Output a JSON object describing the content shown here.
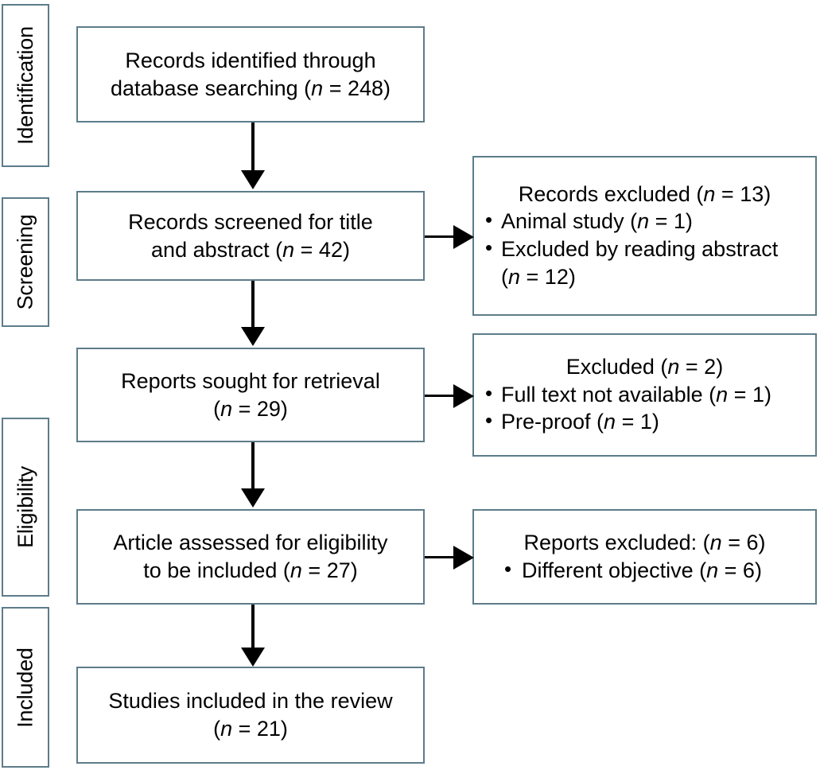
{
  "diagram": {
    "type": "prisma-flow-diagram",
    "border_color": "#5d7c8a",
    "arrow_color": "#000000",
    "background": "#ffffff"
  },
  "phases": [
    {
      "id": "identification",
      "label": "Identification"
    },
    {
      "id": "screening",
      "label": "Screening"
    },
    {
      "id": "eligibility",
      "label": "Eligibility"
    },
    {
      "id": "included",
      "label": "Included"
    }
  ],
  "flow_boxes": [
    {
      "id": "records-identified",
      "line1": "Records identified through",
      "line2_prefix": "database searching (",
      "line2_n": "n",
      "line2_suffix": " = 248)",
      "count": 248
    },
    {
      "id": "records-screened",
      "line1": "Records screened for title",
      "line2_prefix": "and abstract (",
      "line2_n": "n",
      "line2_suffix": " = 42)",
      "count": 42
    },
    {
      "id": "reports-sought",
      "line1": "Reports sought for retrieval",
      "line2_prefix": "(",
      "line2_n": "n",
      "line2_suffix": " = 29)",
      "count": 29
    },
    {
      "id": "article-assessed",
      "line1": "Article assessed for eligibility",
      "line2_prefix": "to be included (",
      "line2_n": "n",
      "line2_suffix": " = 27)",
      "count": 27
    },
    {
      "id": "studies-included",
      "line1": "Studies included in the review",
      "line2_prefix": "(",
      "line2_n": "n",
      "line2_suffix": " = 21)",
      "count": 21
    }
  ],
  "side_boxes": [
    {
      "id": "records-excluded",
      "title_prefix": "Records excluded (",
      "title_n": "n",
      "title_suffix": " = 13)",
      "count": 13,
      "items": [
        {
          "prefix": "Animal study (",
          "n": "n",
          "suffix": " = 1)",
          "count": 1
        },
        {
          "prefix": "Excluded by reading abstract",
          "n": "",
          "suffix": "",
          "count": 12,
          "continuation_prefix": "(",
          "continuation_n": "n",
          "continuation_suffix": " = 12)"
        }
      ]
    },
    {
      "id": "excluded-retrieval",
      "title_prefix": "Excluded (",
      "title_n": "n",
      "title_suffix": " = 2)",
      "count": 2,
      "items": [
        {
          "prefix": "Full text not available (",
          "n": "n",
          "suffix": " = 1)",
          "count": 1
        },
        {
          "prefix": "Pre-proof (",
          "n": "n",
          "suffix": " = 1)",
          "count": 1
        }
      ]
    },
    {
      "id": "reports-excluded",
      "title_prefix": "Reports excluded: (",
      "title_n": "n",
      "title_suffix": " = 6)",
      "count": 6,
      "items": [
        {
          "prefix": "Different objective (",
          "n": "n",
          "suffix": " = 6)",
          "count": 6
        }
      ]
    }
  ]
}
